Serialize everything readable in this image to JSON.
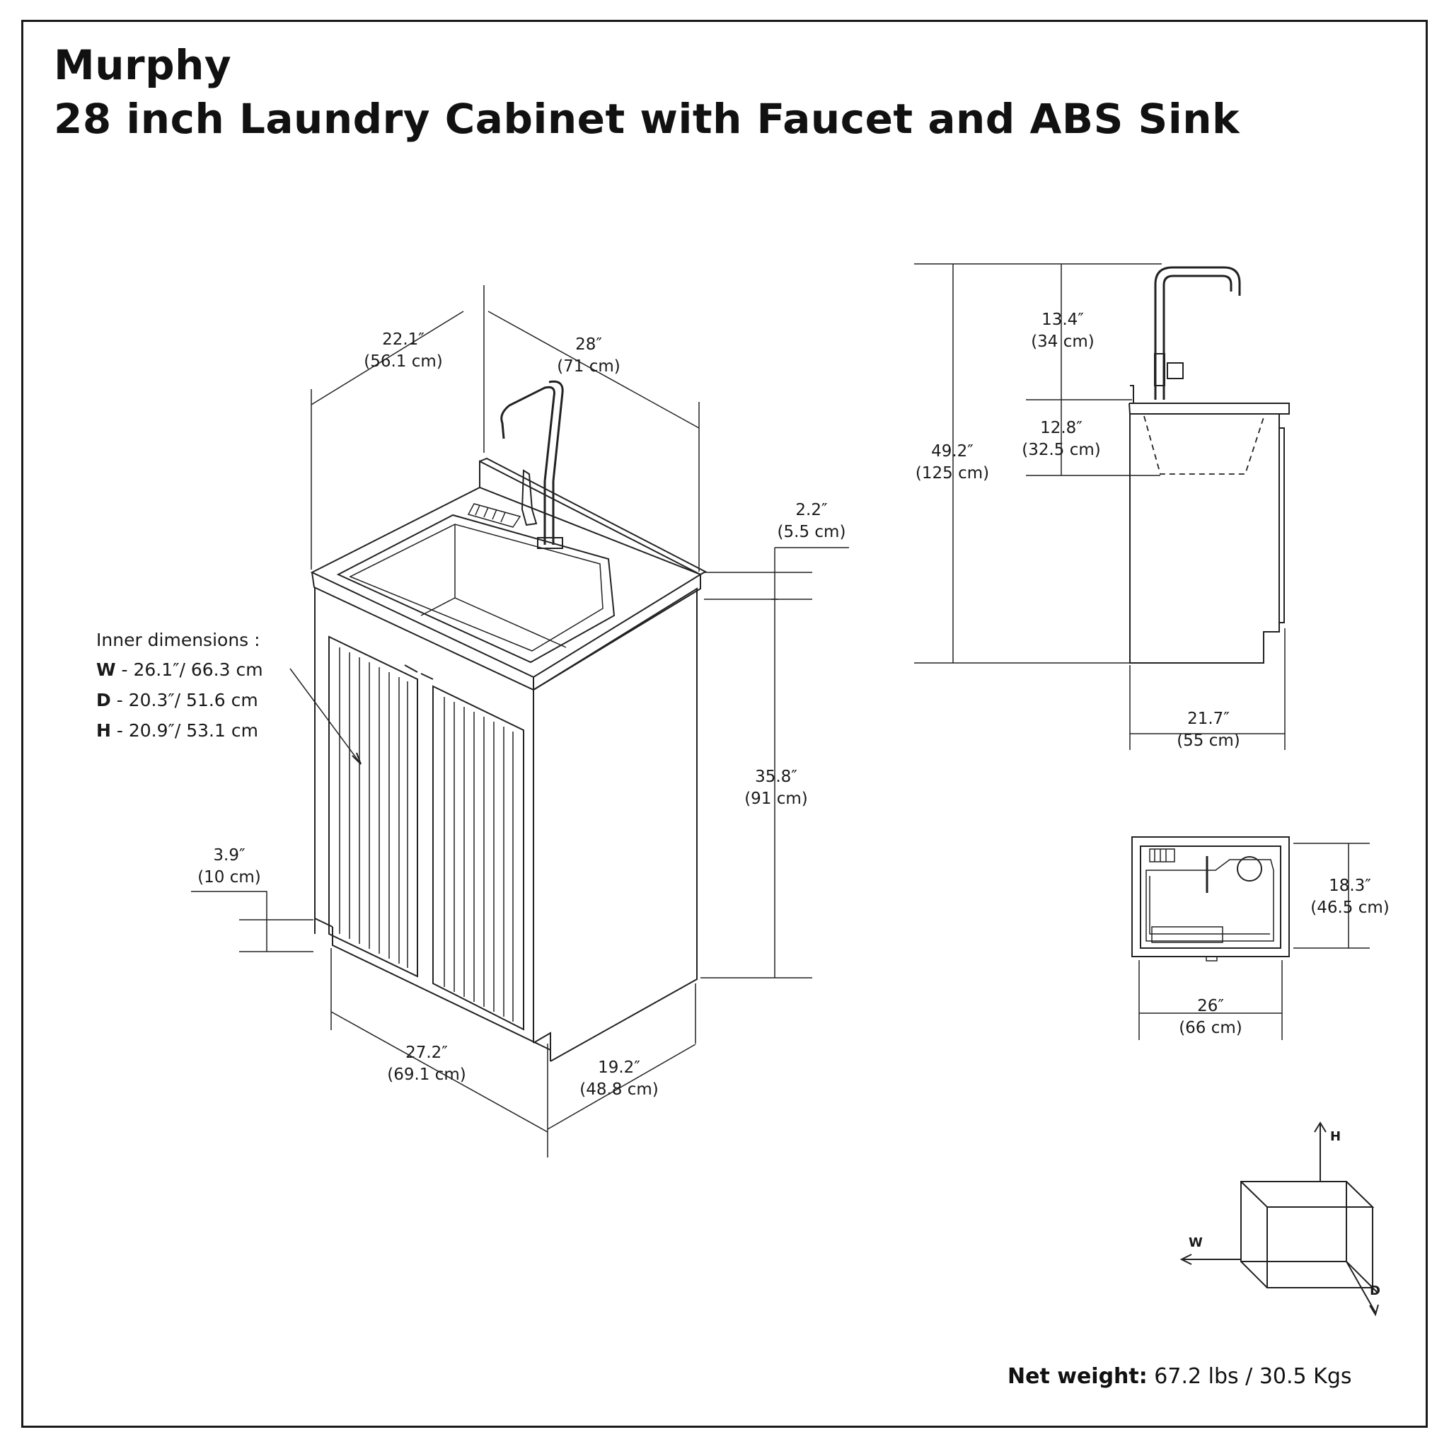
{
  "title": {
    "brand": "Murphy",
    "product": "28 inch Laundry Cabinet with Faucet and ABS Sink"
  },
  "dimensions": {
    "top_depth": [
      "22.1″",
      "(56.1 cm)"
    ],
    "top_width": [
      "28″",
      "(71 cm)"
    ],
    "backsplash": [
      "2.2″",
      "(5.5 cm)"
    ],
    "cabinet_height": [
      "35.8″",
      "(91 cm)"
    ],
    "toe_kick": [
      "3.9″",
      "(10 cm)"
    ],
    "base_width": [
      "27.2″",
      "(69.1 cm)"
    ],
    "base_depth": [
      "19.2″",
      "(48.8 cm)"
    ],
    "total_height": [
      "49.2″",
      "(125 cm)"
    ],
    "faucet_height": [
      "13.4″",
      "(34 cm)"
    ],
    "basin_depth": [
      "12.8″",
      "(32.5 cm)"
    ],
    "side_depth": [
      "21.7″",
      "(55 cm)"
    ],
    "sink_depth": [
      "18.3″",
      "(46.5 cm)"
    ],
    "sink_width": [
      "26″",
      "(66 cm)"
    ]
  },
  "inner_dimensions": {
    "heading": "Inner dimensions   :",
    "rows": [
      {
        "key": "W",
        "value": " - 26.1″/ 66.3 cm"
      },
      {
        "key": "D",
        "value": " - 20.3″/ 51.6 cm"
      },
      {
        "key": "H",
        "value": " - 20.9″/ 53.1 cm"
      }
    ]
  },
  "axes": {
    "h": "H",
    "w": "W",
    "d": "D"
  },
  "weight": {
    "label": "Net weight:",
    "value": " 67.2 lbs / 30.5 Kgs"
  }
}
